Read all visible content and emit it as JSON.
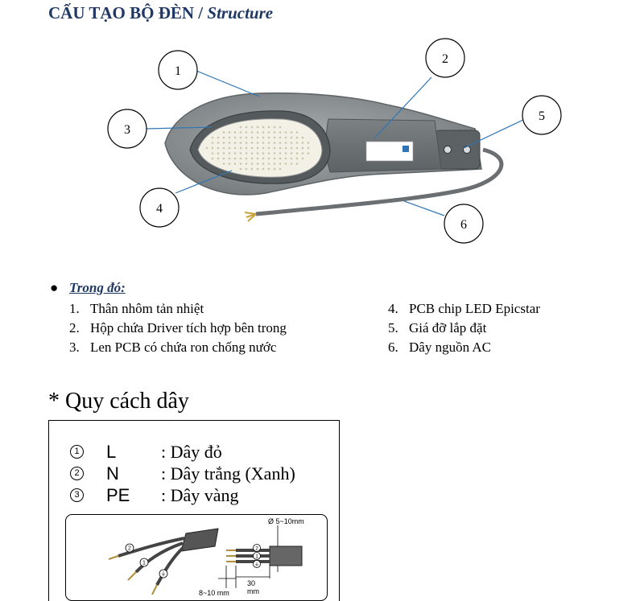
{
  "heading": {
    "title_vi": "CẤU TẠO BỘ ĐÈN / ",
    "title_en": "Structure"
  },
  "callouts": [
    "1",
    "2",
    "3",
    "4",
    "5",
    "6"
  ],
  "legend": {
    "title": "Trong đó:",
    "items": [
      {
        "num": "1.",
        "text": "Thân nhôm tản nhiệt"
      },
      {
        "num": "2.",
        "text": "Hộp chứa Driver tích hợp bên trong"
      },
      {
        "num": "3.",
        "text": "Len PCB có chứa ron chống nước"
      },
      {
        "num": "4.",
        "text": "PCB chip LED Epicstar"
      },
      {
        "num": "5.",
        "text": "Giá đỡ lắp đặt"
      },
      {
        "num": "6.",
        "text": "Dây nguồn AC"
      }
    ]
  },
  "wiring": {
    "title": "* Quy cách dây",
    "rows": [
      {
        "mark": "1",
        "code": "L",
        "desc": ": Dây đỏ"
      },
      {
        "mark": "2",
        "code": "N",
        "desc": ": Dây trắng (Xanh)"
      },
      {
        "mark": "3",
        "code": "PE",
        "desc": ": Dây vàng"
      }
    ],
    "cable": {
      "marks": [
        "2",
        "1",
        "⏚",
        "2",
        "1",
        "⏚"
      ],
      "diameter": "Ø 5~10mm",
      "strip": "8~10 mm",
      "length_value": "30",
      "length_unit": "mm"
    }
  },
  "colors": {
    "heading": "#1f3864",
    "housing": "#8e9396",
    "cable": "#6b6f72",
    "led": "#f3f1e6"
  }
}
